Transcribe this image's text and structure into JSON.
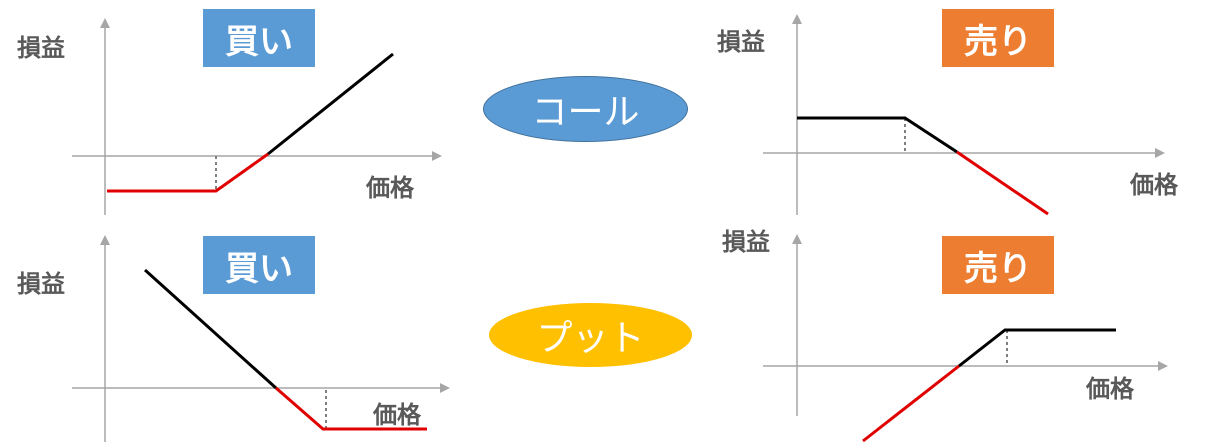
{
  "colors": {
    "axis": "#a6a6a6",
    "payoff_loss": "#e00000",
    "payoff_gain": "#000000",
    "strike_marker": "#7f7f7f",
    "buy_badge": "#5b9bd5",
    "sell_badge": "#ed7d31",
    "call_ellipse": "#5b9bd5",
    "put_ellipse": "#ffc000"
  },
  "labels": {
    "call": "コール",
    "put": "プット"
  },
  "panels": {
    "call_buy": {
      "badge": "買い",
      "y_axis_label": "損益",
      "x_axis_label": "価格"
    },
    "call_sell": {
      "badge": "売り",
      "y_axis_label": "損益",
      "x_axis_label": "価格"
    },
    "put_buy": {
      "badge": "買い",
      "y_axis_label": "損益",
      "x_axis_label": "価格"
    },
    "put_sell": {
      "badge": "売り",
      "y_axis_label": "損益",
      "x_axis_label": "価格"
    }
  }
}
